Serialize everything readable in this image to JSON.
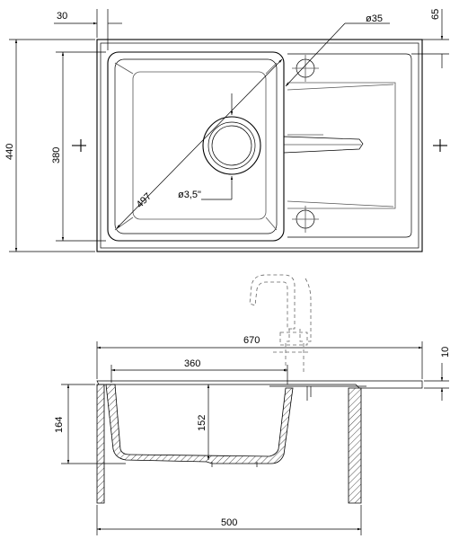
{
  "top_view": {
    "dim_flange": "30",
    "dim_rim": "65",
    "dim_hole": "ø35",
    "dim_height_total": "440",
    "dim_bowl_height": "380",
    "dim_diagonal": "497",
    "dim_drain": "ø3,5\""
  },
  "section_view": {
    "dim_total_width": "670",
    "dim_bowl_width": "360",
    "dim_thickness": "10",
    "dim_height": "164",
    "dim_bowl_depth": "152",
    "dim_cabinet": "500"
  }
}
